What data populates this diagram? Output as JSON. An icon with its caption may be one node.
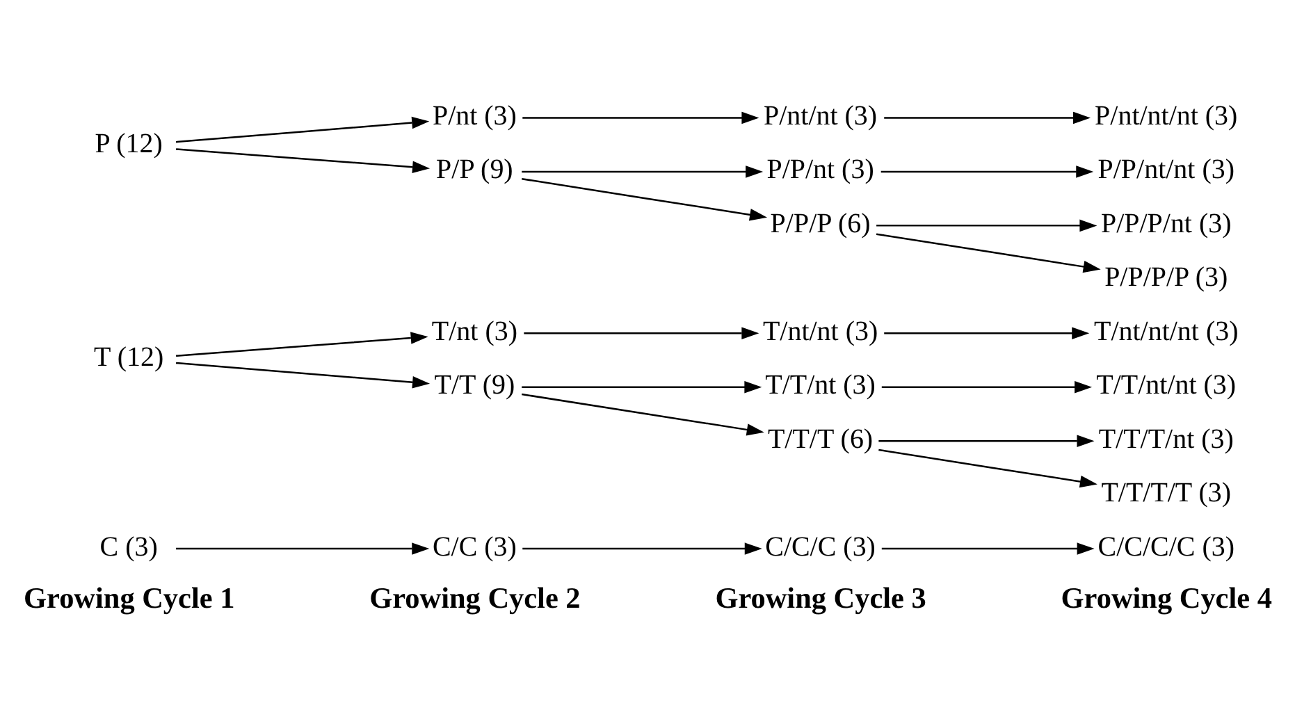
{
  "diagram": {
    "nodes": [
      {
        "text": [
          "C (3)"
        ]
      },
      {
        "text": [
          "T (12)"
        ]
      },
      {
        "text": [
          "P (12)"
        ]
      },
      {
        "text": [
          "C/C (3)"
        ]
      },
      {
        "text": [
          "T/nt (3)"
        ]
      },
      {
        "text": [
          "T/T (9)"
        ]
      },
      {
        "text": [
          "P/nt (3)"
        ]
      },
      {
        "text": [
          "P/P (9)"
        ]
      },
      {
        "text": [
          "C/C/C (3)"
        ]
      },
      {
        "text": [
          "T/nt/nt (3)"
        ]
      },
      {
        "text": [
          "T/T/nt (3)"
        ]
      },
      {
        "text": [
          "T/T/T (6)"
        ]
      },
      {
        "text": [
          "P/nt/nt (3)"
        ]
      },
      {
        "text": [
          "P/P/nt (3)"
        ]
      },
      {
        "text": [
          "P/P/P (6)"
        ]
      },
      {
        "text": [
          "C/C/C/C (3)"
        ]
      },
      {
        "text": [
          "T/nt/nt/nt (3)"
        ]
      },
      {
        "text": [
          "T/T/nt/nt (3)"
        ]
      },
      {
        "text": [
          "T/T/T/nt (3)"
        ]
      },
      {
        "text": [
          "T/T/T/T (3)"
        ]
      },
      {
        "text": [
          "P/nt/nt/nt (3)"
        ]
      },
      {
        "text": [
          "P/P/nt/nt (3)"
        ]
      },
      {
        "text": [
          "P/P/P/nt (3)"
        ]
      },
      {
        "text": [
          "P/P/P/P (3)"
        ]
      }
    ],
    "edges": [
      {
        "from": 0,
        "to": 3,
        "arrow": "to"
      },
      {
        "from": 1,
        "to": 4,
        "arrow": "to"
      },
      {
        "from": 1,
        "to": 5,
        "arrow": "to"
      },
      {
        "from": 2,
        "to": 6,
        "arrow": "to"
      },
      {
        "from": 2,
        "to": 7,
        "arrow": "to"
      },
      {
        "from": 3,
        "to": 8,
        "arrow": "to"
      },
      {
        "from": 4,
        "to": 9,
        "arrow": "to"
      },
      {
        "from": 5,
        "to": 10,
        "arrow": "to"
      },
      {
        "from": 5,
        "to": 11,
        "arrow": "to"
      },
      {
        "from": 6,
        "to": 12,
        "arrow": "to"
      },
      {
        "from": 7,
        "to": 13,
        "arrow": "to"
      },
      {
        "from": 7,
        "to": 14,
        "arrow": "to"
      },
      {
        "from": 8,
        "to": 15,
        "arrow": "to"
      },
      {
        "from": 9,
        "to": 16,
        "arrow": "to"
      },
      {
        "from": 10,
        "to": 17,
        "arrow": "to"
      },
      {
        "from": 11,
        "to": 18,
        "arrow": "to"
      },
      {
        "from": 11,
        "to": 19,
        "arrow": "to"
      },
      {
        "from": 12,
        "to": 20,
        "arrow": "to"
      },
      {
        "from": 13,
        "to": 21,
        "arrow": "to"
      },
      {
        "from": 14,
        "to": 22,
        "arrow": "to"
      },
      {
        "from": 14,
        "to": 23,
        "arrow": "to"
      }
    ],
    "labels": [
      "Growing Cycle 1",
      "Growing Cycle 2",
      "Growing Cycle 3",
      "Growing Cycle 4"
    ]
  }
}
